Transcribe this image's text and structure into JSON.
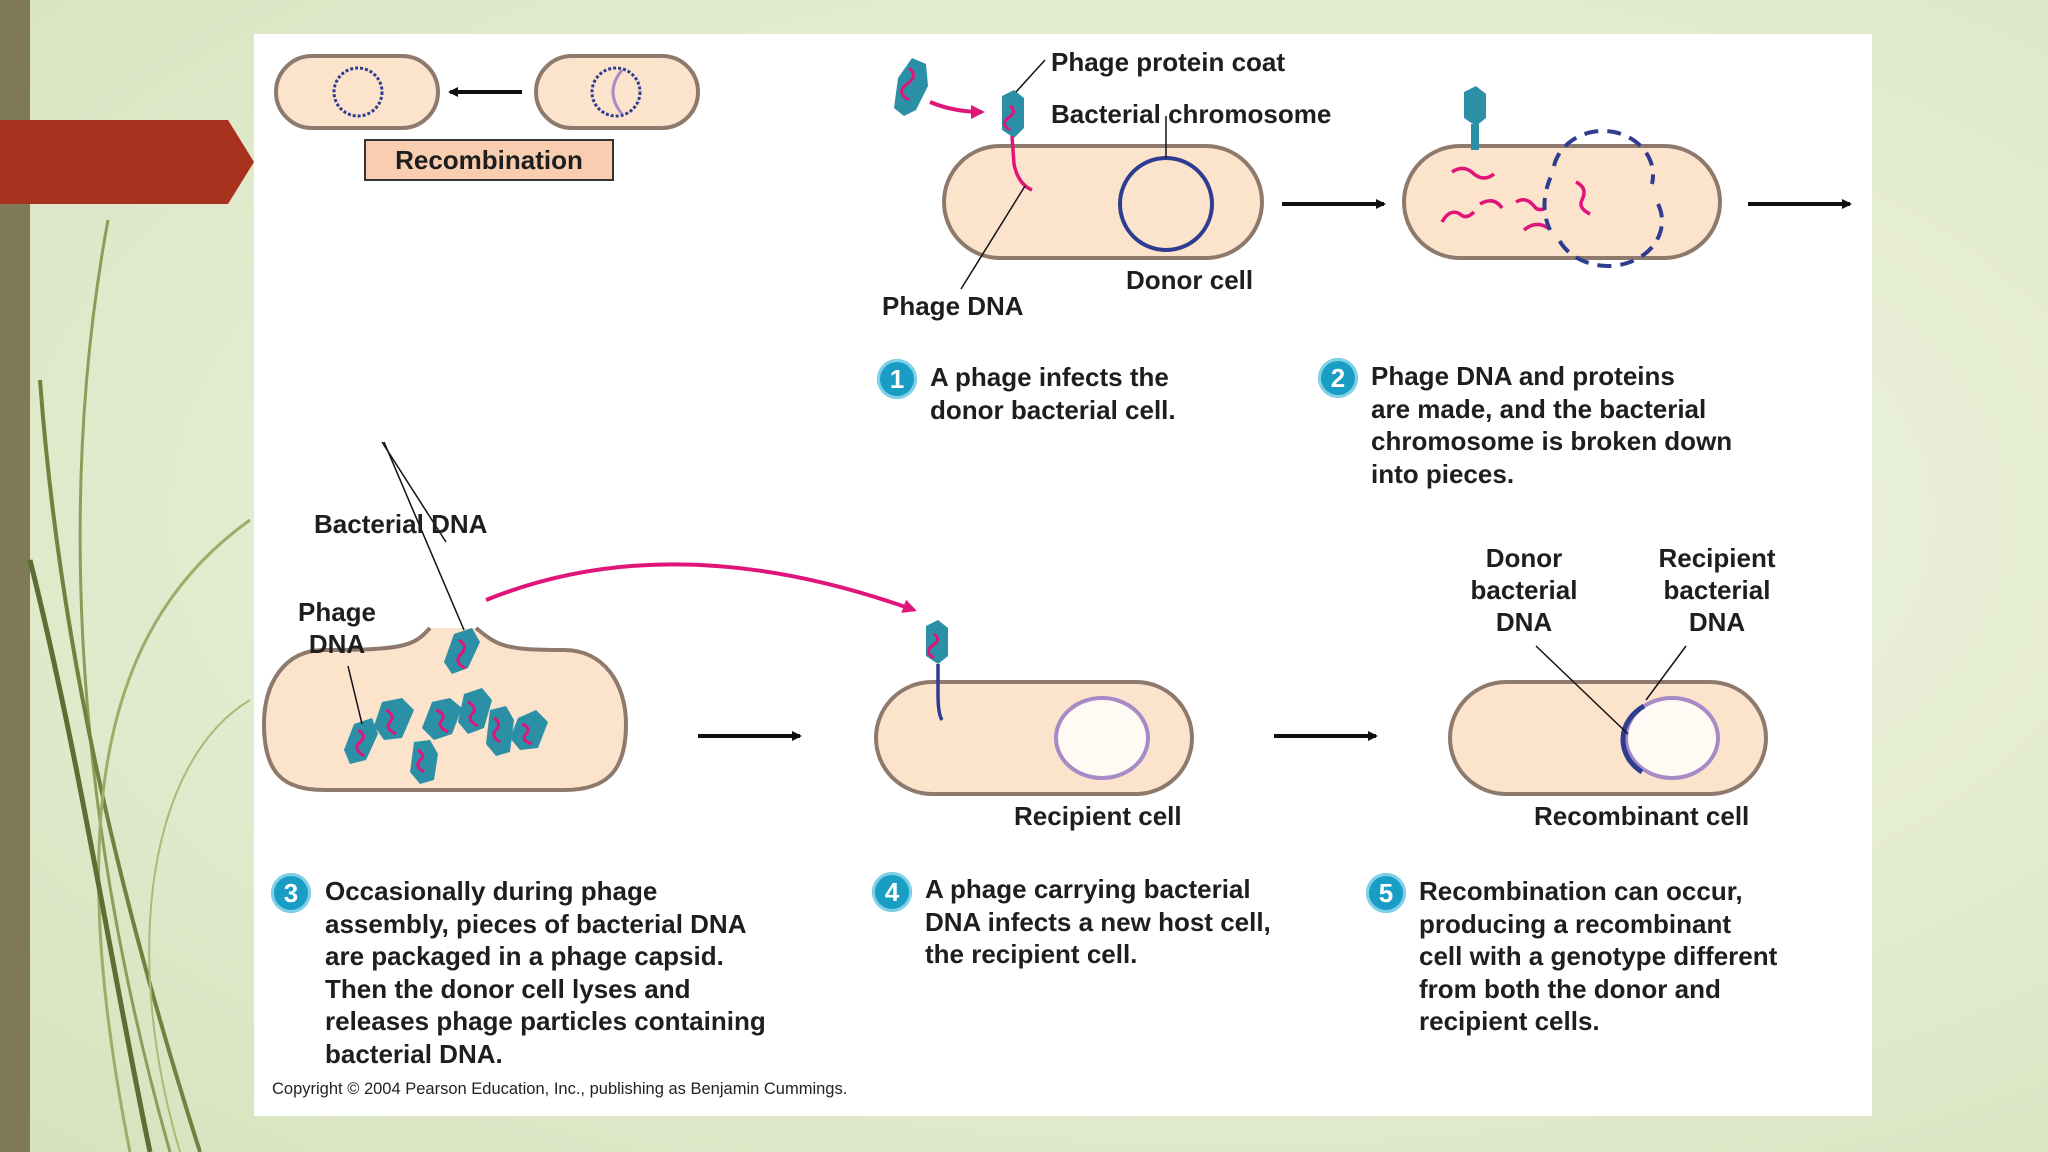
{
  "labels": {
    "recombination_box": "Recombination",
    "phage_protein_coat": "Phage protein coat",
    "bacterial_chromosome": "Bacterial chromosome",
    "phage_dna_top": "Phage DNA",
    "donor_cell": "Donor cell",
    "bacterial_dna": "Bacterial DNA",
    "phage_dna_bottom": "Phage\nDNA",
    "recipient_cell": "Recipient cell",
    "donor_bacterial_dna": "Donor\nbacterial\nDNA",
    "recipient_bacterial_dna": "Recipient\nbacterial\nDNA",
    "recombinant_cell": "Recombinant cell"
  },
  "steps": [
    {
      "number": "1",
      "text": "A phage infects the\ndonor bacterial cell."
    },
    {
      "number": "2",
      "text": "Phage DNA and proteins\nare made, and the bacterial\nchromosome is broken down\ninto pieces."
    },
    {
      "number": "3",
      "text": "Occasionally during phage\nassembly, pieces of bacterial DNA\nare packaged in a phage capsid.\nThen the donor cell lyses and\nreleases phage particles containing\nbacterial DNA."
    },
    {
      "number": "4",
      "text": "A phage carrying bacterial\nDNA infects a new host cell,\nthe recipient cell."
    },
    {
      "number": "5",
      "text": "Recombination can occur,\nproducing a recombinant\ncell with a genotype different\nfrom both the donor and\nrecipient cells."
    }
  ],
  "copyright": "Copyright © 2004 Pearson Education, Inc., publishing as Benjamin Cummings.",
  "colors": {
    "cell_fill": "#fbe3cc",
    "cell_stroke": "#8d7a6c",
    "phage_dna": "#e0157a",
    "capsid": "#2b8fa5",
    "chromosome": "#2e3d8f",
    "recipient_dna": "#a68bc7",
    "badge": "#1a9dc4",
    "title_tab": "#a8321e"
  }
}
